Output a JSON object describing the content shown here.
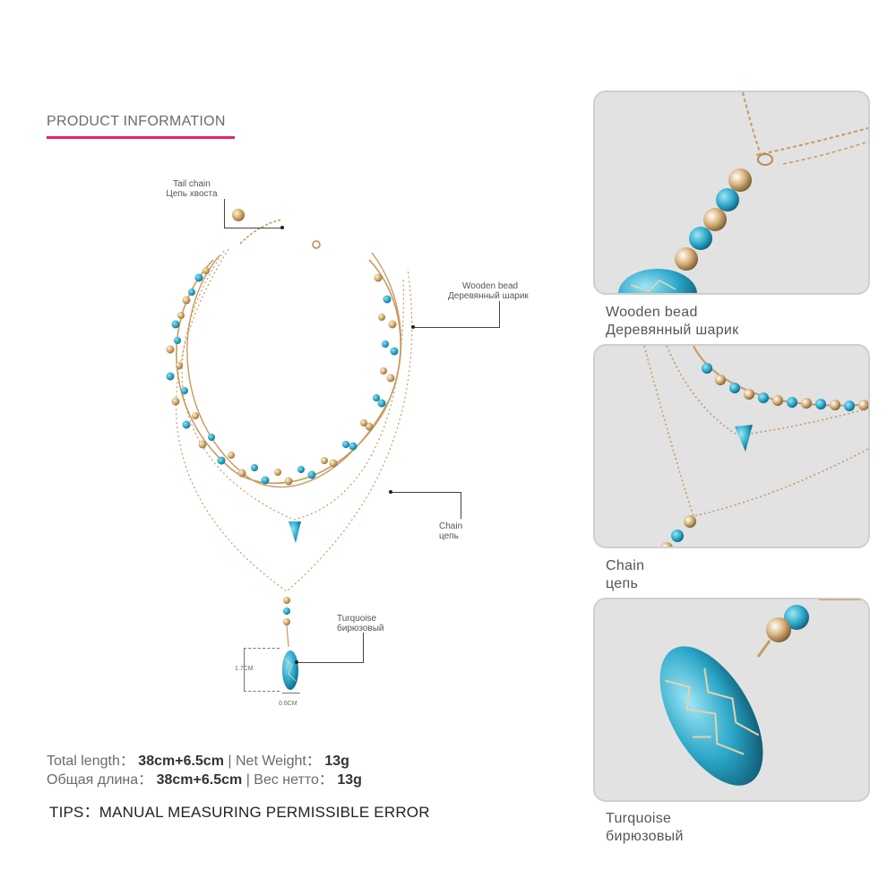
{
  "header": {
    "title": "PRODUCT INFORMATION"
  },
  "callouts": {
    "tail_chain": {
      "en": "Tail chain",
      "ru": "Цепь хвоста"
    },
    "wooden_bead": {
      "en": "Wooden bead",
      "ru": "Деревянный шарик"
    },
    "chain": {
      "en": "Chain",
      "ru": "цепь"
    },
    "turquoise": {
      "en": "Turquoise",
      "ru": "бирюзовый"
    }
  },
  "measurements": {
    "height": "1.7CM",
    "width": "0.6CM"
  },
  "specs": {
    "en_length_label": "Total length：",
    "en_length_value": "38cm+6.5cm",
    "en_weight_label": "| Net Weight：",
    "en_weight_value": "13g",
    "ru_length_label": "Общая длина：",
    "ru_length_value": "38cm+6.5cm",
    "ru_weight_label": "| Вес нетто：",
    "ru_weight_value": "13g"
  },
  "tips": "TIPS：MANUAL MEASURING PERMISSIBLE ERROR",
  "details": [
    {
      "en": "Wooden bead",
      "ru": "Деревянный шарик"
    },
    {
      "en": "Chain",
      "ru": "цепь"
    },
    {
      "en": "Turquoise",
      "ru": "бирюзовый"
    }
  ],
  "colors": {
    "accent": "#e8206e",
    "turquoise": "#2aa6c8",
    "gold": "#d4aa6e",
    "frame_border": "#cfcfcf"
  }
}
